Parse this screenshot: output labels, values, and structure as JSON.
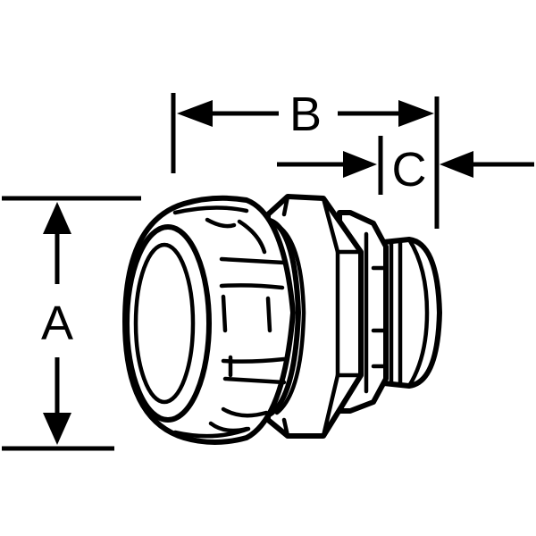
{
  "dimensions": {
    "a": {
      "label": "A"
    },
    "b": {
      "label": "B"
    },
    "c": {
      "label": "C"
    }
  },
  "colors": {
    "ink": "#000000",
    "paper": "#ffffff"
  }
}
